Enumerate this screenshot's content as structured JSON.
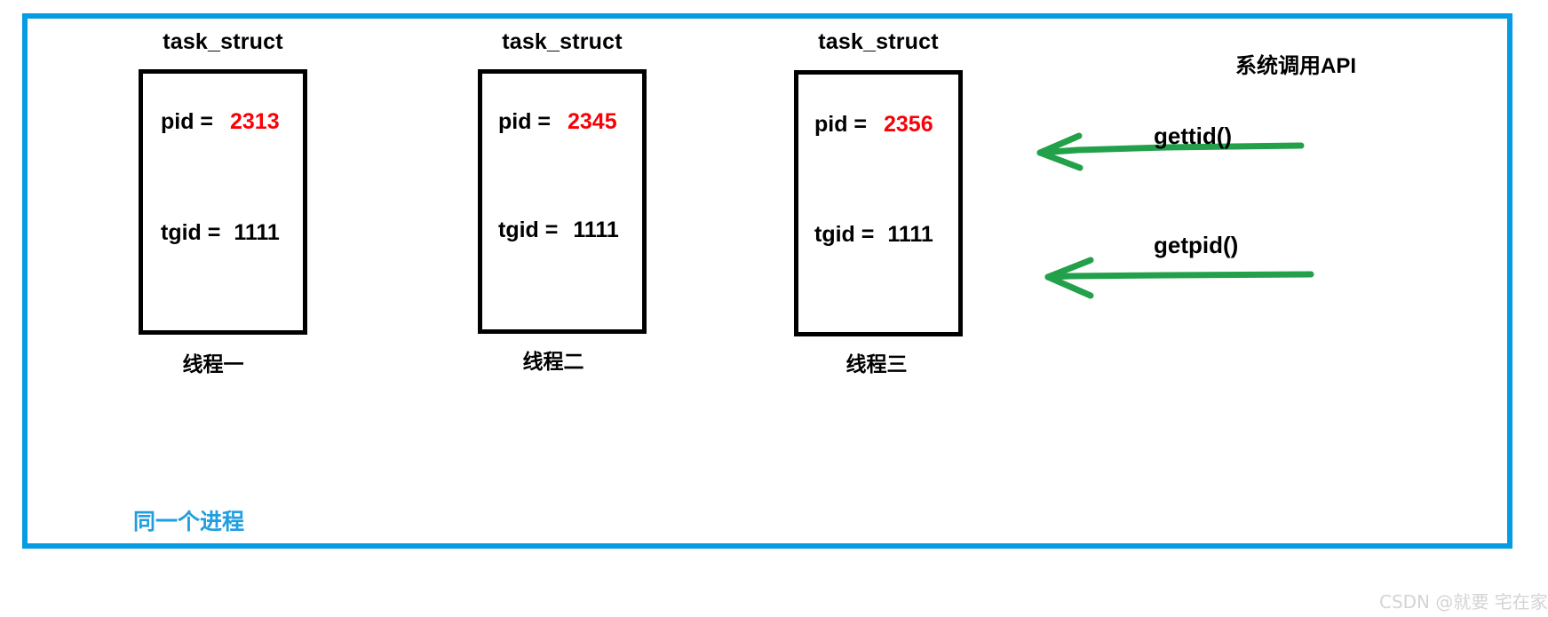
{
  "diagram": {
    "title_note": "同一个进程",
    "accent_blue": "#069ce4",
    "value_red": "#fb0007",
    "arrow_green": "#22a04a",
    "threads": [
      {
        "struct_title": "task_struct",
        "pid_label": "pid =",
        "pid_value": "2313",
        "tgid_label": "tgid =",
        "tgid_value": "1111",
        "caption": "线程一"
      },
      {
        "struct_title": "task_struct",
        "pid_label": "pid =",
        "pid_value": "2345",
        "tgid_label": "tgid =",
        "tgid_value": "1111",
        "caption": "线程二"
      },
      {
        "struct_title": "task_struct",
        "pid_label": "pid =",
        "pid_value": "2356",
        "tgid_label": "tgid =",
        "tgid_value": "1111",
        "caption": "线程三"
      }
    ],
    "syscall_api": {
      "heading": "系统调用API",
      "calls": [
        {
          "name": "gettid()",
          "targets": "pid"
        },
        {
          "name": "getpid()",
          "targets": "tgid"
        }
      ]
    },
    "watermark": "CSDN @就要 宅在家"
  }
}
